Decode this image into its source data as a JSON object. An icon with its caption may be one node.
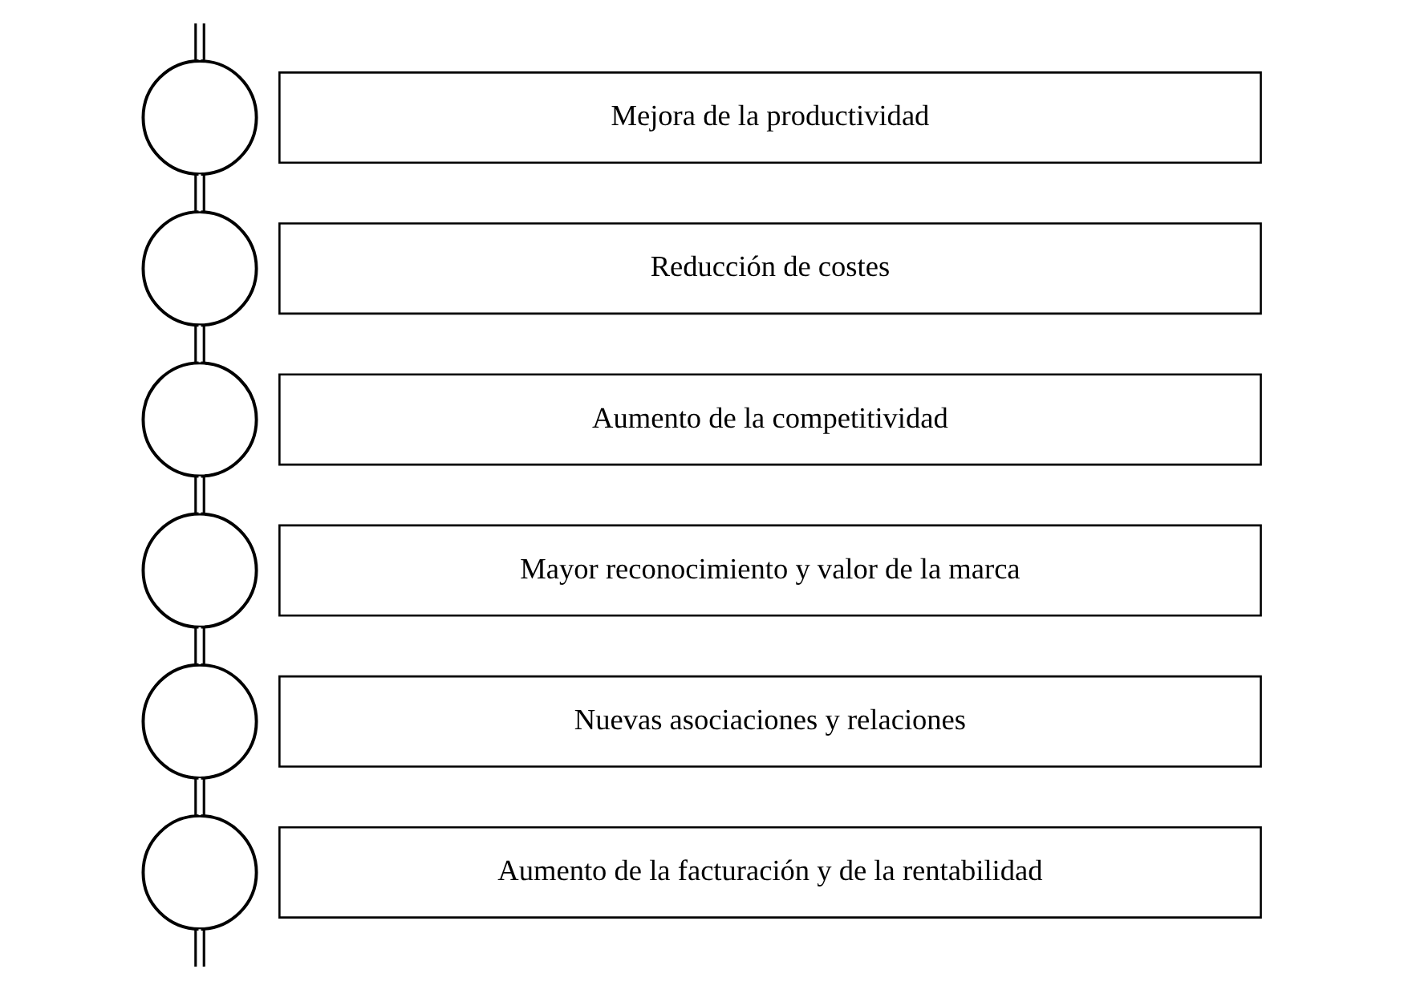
{
  "diagram": {
    "nodes": [
      {
        "text": [],
        "shape": "circle"
      },
      {
        "text": [
          "Mejora de la productividad"
        ]
      },
      {
        "text": [],
        "shape": "circle"
      },
      {
        "text": [
          "Reducción de costes"
        ]
      },
      {
        "text": [],
        "shape": "circle"
      },
      {
        "text": [
          "Aumento de la competitividad"
        ]
      },
      {
        "text": [],
        "shape": "circle"
      },
      {
        "text": [
          "Mayor reconocimiento y valor de la marca"
        ]
      },
      {
        "text": [],
        "shape": "circle"
      },
      {
        "text": [
          "Nuevas asociaciones y relaciones"
        ]
      },
      {
        "text": [],
        "shape": "circle"
      },
      {
        "text": [
          "Aumento de la facturación y de la rentabilidad"
        ]
      }
    ],
    "edges": [
      {
        "from": null,
        "to": 0,
        "arrow": "none"
      },
      {
        "from": 0,
        "to": 2,
        "arrow": "none"
      },
      {
        "from": 2,
        "to": 4,
        "arrow": "none"
      },
      {
        "from": 4,
        "to": 6,
        "arrow": "none"
      },
      {
        "from": 6,
        "to": 8,
        "arrow": "none"
      },
      {
        "from": 8,
        "to": 10,
        "arrow": "none"
      },
      {
        "from": 10,
        "to": null,
        "arrow": "none"
      }
    ]
  }
}
